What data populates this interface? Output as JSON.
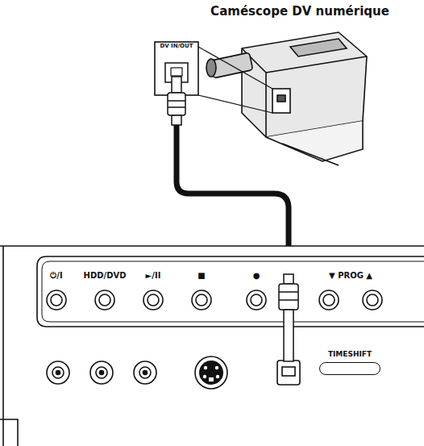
{
  "diagram": {
    "title": "Caméscope DV numérique",
    "nodes": [
      {
        "text": [
          "DV IN/OUT"
        ]
      },
      {
        "text": [
          "TIMESHIFT"
        ]
      }
    ],
    "labels": [
      "⏻/I",
      "HDD/DVD",
      "►/II",
      "■",
      "●",
      "▼ PROG ▲"
    ]
  }
}
